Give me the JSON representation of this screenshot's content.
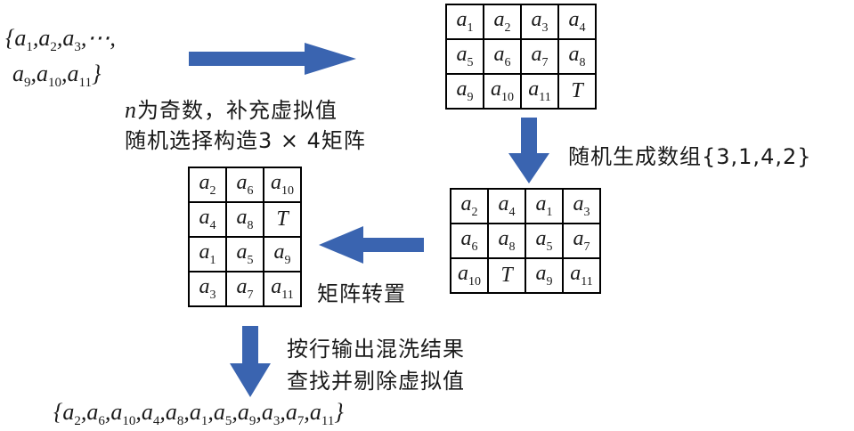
{
  "colors": {
    "arrow": "#3a64b0",
    "text": "#1a1a1a",
    "grid": "#000000"
  },
  "input_set": {
    "line1": [
      "a1",
      "a2",
      "a3",
      "⋯"
    ],
    "line2": [
      "a9",
      "a10",
      "a11"
    ]
  },
  "step1_text": {
    "line1": "n为奇数，补充虚拟值",
    "line2": "随机选择构造3 × 4矩阵"
  },
  "matrix1": [
    [
      "a1",
      "a2",
      "a3",
      "a4"
    ],
    [
      "a5",
      "a6",
      "a7",
      "a8"
    ],
    [
      "a9",
      "a10",
      "a11",
      "T"
    ]
  ],
  "step2_text": "随机生成数组{3,1,4,2}",
  "matrix2": [
    [
      "a2",
      "a4",
      "a1",
      "a3"
    ],
    [
      "a6",
      "a8",
      "a5",
      "a7"
    ],
    [
      "a10",
      "T",
      "a9",
      "a11"
    ]
  ],
  "step3_text": "矩阵转置",
  "matrix3": [
    [
      "a2",
      "a6",
      "a10"
    ],
    [
      "a4",
      "a8",
      "T"
    ],
    [
      "a1",
      "a5",
      "a9"
    ],
    [
      "a3",
      "a7",
      "a11"
    ]
  ],
  "step4_text": {
    "line1": "按行输出混洗结果",
    "line2": "查找并剔除虚拟值"
  },
  "output_set": [
    "a2",
    "a6",
    "a10",
    "a4",
    "a8",
    "a1",
    "a5",
    "a9",
    "a3",
    "a7",
    "a11"
  ]
}
